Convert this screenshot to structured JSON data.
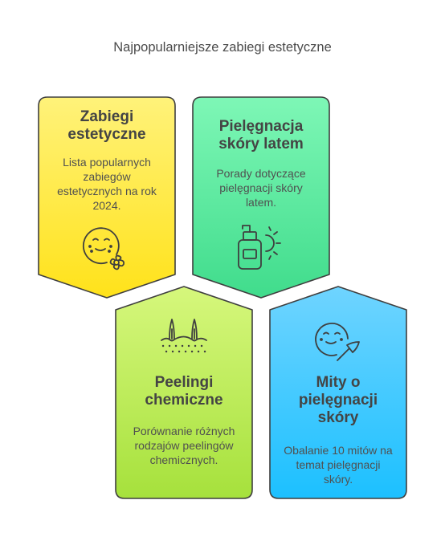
{
  "title": "Najpopularniejsze zabiegi estetyczne",
  "colors": {
    "stroke": "#3f3f3f",
    "yellow_top": "#fff27a",
    "yellow_bottom": "#ffe21a",
    "green_top": "#7ef7b6",
    "green_bottom": "#40dc8c",
    "lime_top": "#d6f77c",
    "lime_bottom": "#a6e13c",
    "blue_top": "#6fd4ff",
    "blue_bottom": "#1cc0ff"
  },
  "cards": [
    {
      "heading": "Zabiegi estetyczne",
      "description": "Lista popularnych zabiegów estetycznych na rok 2024.",
      "icon": "face-flower-icon"
    },
    {
      "heading": "Pielęgnacja skóry latem",
      "description": "Porady dotyczące pielęgnacji skóry latem.",
      "icon": "sunscreen-sun-icon"
    },
    {
      "heading": "Peelingi chemiczne",
      "description": "Porównanie różnych rodzajów peelingów chemicznych.",
      "icon": "skin-layers-icon"
    },
    {
      "heading": "Mity o pielęgnacji skóry",
      "description": "Obalanie 10 mitów na temat pielęgnacji skóry.",
      "icon": "face-brush-icon"
    }
  ]
}
